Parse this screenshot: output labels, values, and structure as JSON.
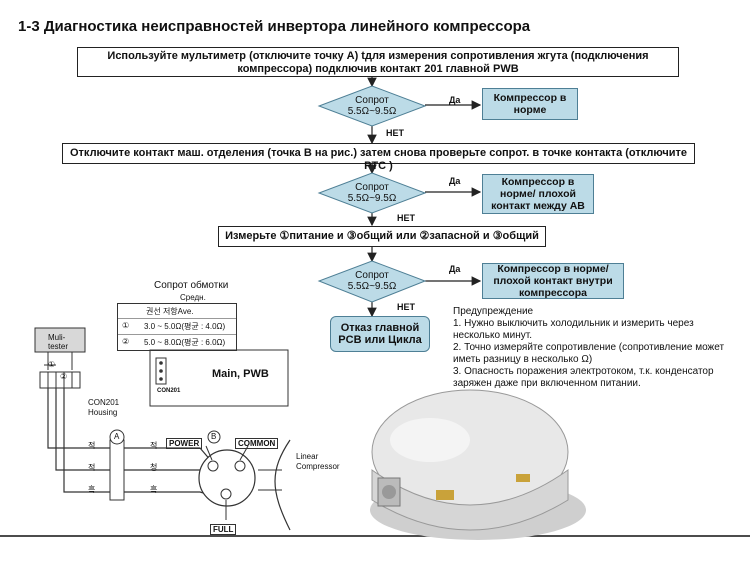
{
  "title": "1-3 Диагностика неисправностей инвертора линейного компрессора",
  "step1": "Используйте мультиметр (отключите точку А) tдля измерения сопротивления жгута (подключения компрессора) подключив контакт 201 главной PWB",
  "decisions": [
    {
      "line1": "Сопрот",
      "line2": "5.5Ω~9.5Ω",
      "yes": "Да",
      "no": "НЕТ",
      "yes_result": "Компрессор в норме"
    },
    {
      "line1": "Сопрот",
      "line2": "5.5Ω~9.5Ω",
      "yes": "Да",
      "no": "НЕТ",
      "yes_result": "Компрессор в норме/ плохой контакт между АВ"
    },
    {
      "line1": "Сопрот",
      "line2": "5.5Ω~9.5Ω",
      "yes": "Да",
      "no": "НЕТ",
      "yes_result": "Компрессор в норме/ плохой контакт внутри компрессора"
    }
  ],
  "step2": "Отключите контакт маш. отделения (точка В на рис.) затем снова проверьте сопрот. в  точке контакта (отключите  PTC )",
  "step3": "Измерьте ①питание и ③общий или  ②запасной и ③общий",
  "final": "Отказ главной PCB или Цикла",
  "warning": {
    "heading": "Предупреждение",
    "items": [
      "1. Нужно выключить холодильник и измерить через несколько минут.",
      "2. Точно измеряйте сопротивление (сопротивление может иметь разницу в несколько Ω)",
      "3. Опасность поражения электротоком, т.к. конденсатор заряжен даже при включенном питании."
    ]
  },
  "resistance_table": {
    "title": "Сопрот обмотки",
    "subtitle": "Средн.",
    "header": "권선 저항Ave.",
    "rows": [
      {
        "id": "①",
        "value": "3.0 ~ 5.0Ω(평균 : 4.0Ω)"
      },
      {
        "id": "②",
        "value": "5.0 ~ 8.0Ω(평균 : 6.0Ω)"
      }
    ]
  },
  "wiring": {
    "multitester": "Muli-tester",
    "con201": "CON201 Housing",
    "point_a": "A",
    "point_b": "B",
    "main_pwb": "Main, PWB",
    "con_label": "CON201",
    "power": "POWER",
    "common": "COMMON",
    "full": "FULL",
    "compressor": "Linear Compressor",
    "marker1": "①",
    "marker2": "②",
    "wire_labels_left": [
      "적",
      "적",
      "흑"
    ],
    "wire_labels_right": [
      "적",
      "청",
      "흑"
    ]
  }
}
